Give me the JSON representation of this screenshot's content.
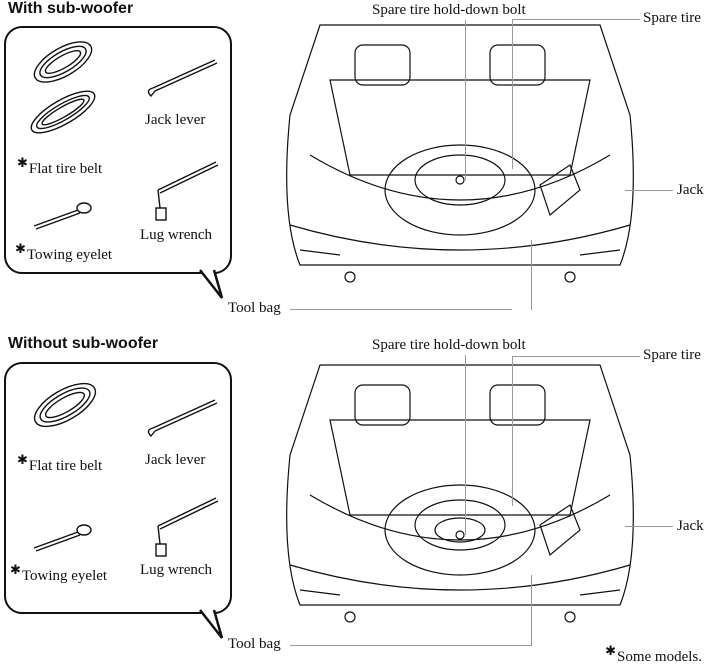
{
  "sections": [
    {
      "heading": "With sub-woofer",
      "tools": {
        "flat_tire_belt": "Flat tire belt",
        "jack_lever": "Jack lever",
        "towing_eyelet": "Towing eyelet",
        "lug_wrench": "Lug wrench"
      },
      "callouts": {
        "hold_down_bolt": "Spare tire hold-down bolt",
        "spare_tire": "Spare tire",
        "jack": "Jack",
        "tool_bag": "Tool bag"
      }
    },
    {
      "heading": "Without sub-woofer",
      "tools": {
        "flat_tire_belt": "Flat tire belt",
        "jack_lever": "Jack lever",
        "towing_eyelet": "Towing eyelet",
        "lug_wrench": "Lug wrench"
      },
      "callouts": {
        "hold_down_bolt": "Spare tire hold-down bolt",
        "spare_tire": "Spare tire",
        "jack": "Jack",
        "tool_bag": "Tool bag"
      }
    }
  ],
  "asterisk": "✱",
  "footnote": "Some models."
}
